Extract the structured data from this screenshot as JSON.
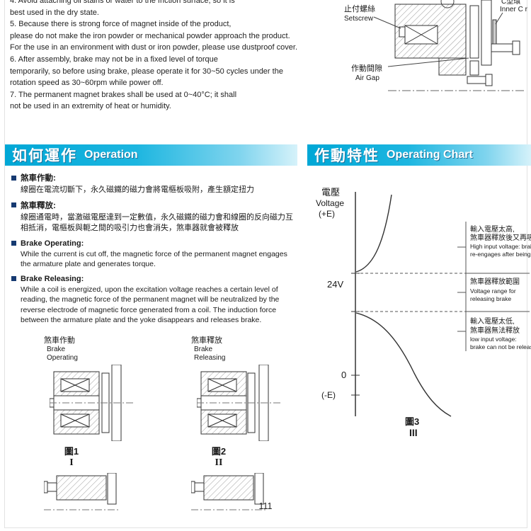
{
  "page_number": "111",
  "precautions": {
    "lines": [
      "4. Avoid attaching oil stains or water to the friction surface, so it is",
      "best used in the dry state.",
      "5. Because there is strong force of magnet inside of the product,",
      "please do not make the iron powder or mechanical powder approach the product.",
      "For the use in an environment with dust or iron powder, please use dustproof cover.",
      "6. After assembly, brake may not be in a fixed level of torque",
      "temporarily, so before using brake, please operate it for 30~50 cycles under the",
      "rotation speed as 30~60rpm while power off.",
      "7. The permanent magnet brakes shall be used at 0~40°C; it shall",
      "not be used in an extremity of heat or humidity."
    ]
  },
  "top_diagram": {
    "setscrew_zh": "止付螺絲",
    "setscrew_en": "Setscrew",
    "airgap_zh": "作動間隙",
    "airgap_en": "Air Gap",
    "cring_zh": "C型環",
    "cring_en": "Inner C r"
  },
  "sections": {
    "op_zh": "如何運作",
    "op_en": "Operation",
    "chart_zh": "作動特性",
    "chart_en": "Operating Chart"
  },
  "operation": {
    "item1_title": "煞車作動:",
    "item1_body": "線圈在電流切斷下，永久磁鐵的磁力會將電樞板吸附，產生額定扭力",
    "item2_title": "煞車釋放:",
    "item2_body": "線圈通電時，當激磁電壓達到一定數值，永久磁鐵的磁力會和線圈的反向磁力互相抵消，電樞板與軛之間的吸引力也會消失，煞車器就會被釋放",
    "item3_title": "Brake Operating:",
    "item3_body": "While the current is cut off, the magnetic force of the permanent magnet engages the armature plate and generates torque.",
    "item4_title": "Brake Releasing:",
    "item4_body": "While a coil is energized, upon the excitation voltage reaches a certain level of reading, the magnetic force of the permanent magnet will be neutralized by the reverse electrode of magnetic force generated from a coil. The induction force between the armature plate and the yoke disappears and releases brake."
  },
  "figures": {
    "fig1": {
      "cap_zh": "煞車作動",
      "cap_en": "Brake\nOperating",
      "label": "圖1",
      "roman": "I"
    },
    "fig2": {
      "cap_zh": "煞車釋放",
      "cap_en": "Brake\nReleasing",
      "label": "圖2",
      "roman": "II"
    }
  },
  "chart": {
    "y_axis_zh": "電壓",
    "y_axis_en": "Voltage",
    "plus_e": "(+E)",
    "v24": "24V",
    "zero": "0",
    "minus_e": "(-E)",
    "fig_label": "圖3",
    "fig_roman": "III",
    "ann_high_zh1": "輸入電壓太高,",
    "ann_high_zh2": "煞車器釋放後又再吸引",
    "ann_high_en1": "High input voltage: brake",
    "ann_high_en2": "re-engages after being released",
    "ann_range_zh": "煞車器釋放範圍",
    "ann_range_en1": "Voltage range for",
    "ann_range_en2": "releasing brake",
    "ann_low_zh1": "輸入電壓太低,",
    "ann_low_zh2": "煞車器無法釋放",
    "ann_low_en1": "low input voltage:",
    "ann_low_en2": "brake can not be released"
  },
  "chart_data": {
    "type": "line",
    "title": "作動特性 Operating Chart",
    "ylabel": "電壓 Voltage",
    "y_ticks": [
      "(+E)",
      "24V",
      "0",
      "(-E)"
    ],
    "series": [
      {
        "name": "high-voltage re-engage curve",
        "region": "above release range",
        "shape": "rising from 24V boundary toward (+E)"
      },
      {
        "name": "low-voltage release-failure curve",
        "region": "below release range",
        "shape": "falling through 0 toward (-E)"
      }
    ],
    "zones": [
      {
        "zh": "輸入電壓太高, 煞車器釋放後又再吸引",
        "en": "High input voltage: brake re-engages after being released"
      },
      {
        "zh": "煞車器釋放範圍",
        "en": "Voltage range for releasing brake"
      },
      {
        "zh": "輸入電壓太低, 煞車器無法釋放",
        "en": "low input voltage: brake can not be released"
      }
    ],
    "legend": "none",
    "grid": "off"
  }
}
